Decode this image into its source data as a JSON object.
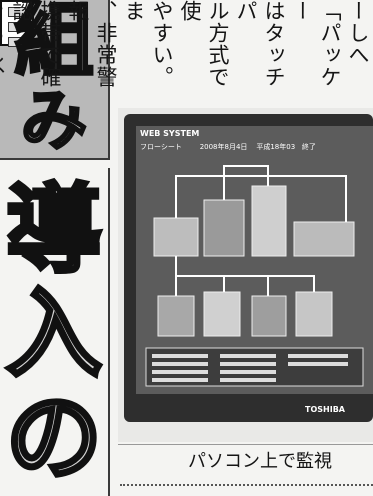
{
  "headline": {
    "char1": "組",
    "char2": "み",
    "large": [
      "導",
      "入",
      "の"
    ]
  },
  "body_text": {
    "columns": [
      "ーしへ",
      "「パッケー",
      "はタッチパ",
      "ル方式で使",
      "やすい。ま",
      "、非常警報",
      "携帯で確認",
      "きるし、対"
    ]
  },
  "photo": {
    "screen_title": "WEB SYSTEM",
    "screen_header": [
      "フローシート",
      "2008年8月4日",
      "平成18年03",
      "終了"
    ],
    "brand": "TOSHIBA"
  },
  "caption": "パソコン上で監視"
}
